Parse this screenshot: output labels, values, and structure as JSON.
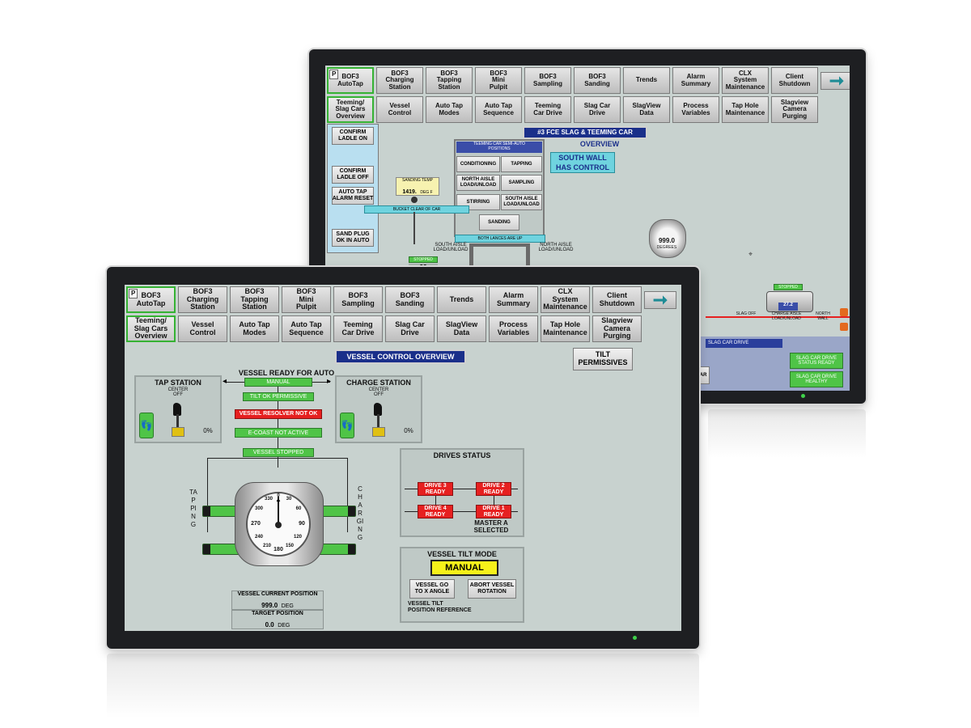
{
  "back": {
    "nav_row1": [
      {
        "label": "BOF3\nAutoTap",
        "active": true,
        "badge": "P"
      },
      {
        "label": "BOF3\nCharging\nStation"
      },
      {
        "label": "BOF3\nTapping\nStation"
      },
      {
        "label": "BOF3\nMini\nPulpit"
      },
      {
        "label": "BOF3\nSampling"
      },
      {
        "label": "BOF3\nSanding"
      },
      {
        "label": "Trends"
      },
      {
        "label": "Alarm\nSummary"
      },
      {
        "label": "CLX\nSystem\nMaintenance"
      },
      {
        "label": "Client\nShutdown"
      }
    ],
    "nav_row2": [
      {
        "label": "Teeming/\nSlag Cars\nOverview",
        "active": true
      },
      {
        "label": "Vessel\nControl"
      },
      {
        "label": "Auto Tap\nModes"
      },
      {
        "label": "Auto Tap\nSequence"
      },
      {
        "label": "Teeming\nCar Drive"
      },
      {
        "label": "Slag Car\nDrive"
      },
      {
        "label": "SlagView\nData"
      },
      {
        "label": "Process\nVariables"
      },
      {
        "label": "Tap Hole\nMaintenance"
      },
      {
        "label": "Slagview\nCamera\nPurging"
      }
    ],
    "title": "#3 FCE SLAG & TEEMING CAR",
    "subtitle": "OVERVIEW",
    "control_status": "SOUTH WALL\nHAS CONTROL",
    "side_buttons": [
      "CONFIRM\nLADLE ON",
      "CONFIRM\nLADLE OFF",
      "AUTO TAP\nALARM RESET",
      "SAND PLUG\nOK IN AUTO"
    ],
    "positions_header": "TEEMING CAR SEMI-AUTO\nPOSITIONS",
    "positions": [
      "CONDITIONING",
      "TAPPING",
      "NORTH AISLE\nLOAD/UNLOAD",
      "SAMPLING",
      "STIRRING",
      "SOUTH AISLE\nLOAD/UNLOAD",
      "SANDING"
    ],
    "sanding_temp_label": "SANDING TEMP",
    "sanding_temp_value": "1419.",
    "sanding_temp_unit": "DEG F",
    "bucket_clear": "BUCKET CLEAR OF CAR",
    "lances_up": "BOTH LANCES ARE UP",
    "south_aisle": "SOUTH AISLE\nLOAD/UNLOAD",
    "north_aisle": "NORTH AISLE\nLOAD/UNLOAD",
    "car_stopped": "STOPPED",
    "car_value": "23",
    "degrees_value": "999.0",
    "degrees_label": "DEGREES",
    "right_car_stopped": "STOPPED",
    "right_car_value": "27.2",
    "slag_off": "SLAG OFF",
    "charge_aisle": "CHARGE AISLE\nLOAD/UNLOAD",
    "north_wall": "NORTH\nWALL",
    "slag_car_drive": "SLAG CAR DRIVE",
    "slag_status_ready": "SLAG CAR DRIVE\nSTATUS READY",
    "slag_healthy": "SLAG CAR DRIVE\nHEALTHY",
    "car_btn": "CAR"
  },
  "front": {
    "nav_row1": [
      {
        "label": "BOF3\nAutoTap",
        "active": true,
        "badge": "P"
      },
      {
        "label": "BOF3\nCharging\nStation"
      },
      {
        "label": "BOF3\nTapping\nStation"
      },
      {
        "label": "BOF3\nMini\nPulpit"
      },
      {
        "label": "BOF3\nSampling"
      },
      {
        "label": "BOF3\nSanding"
      },
      {
        "label": "Trends"
      },
      {
        "label": "Alarm\nSummary"
      },
      {
        "label": "CLX\nSystem\nMaintenance"
      },
      {
        "label": "Client\nShutdown"
      }
    ],
    "nav_row2": [
      {
        "label": "Teeming/\nSlag Cars\nOverview",
        "active": true
      },
      {
        "label": "Vessel\nControl"
      },
      {
        "label": "Auto Tap\nModes"
      },
      {
        "label": "Auto Tap\nSequence"
      },
      {
        "label": "Teeming\nCar Drive"
      },
      {
        "label": "Slag Car\nDrive"
      },
      {
        "label": "SlagView\nData"
      },
      {
        "label": "Process\nVariables"
      },
      {
        "label": "Tap Hole\nMaintenance"
      },
      {
        "label": "Slagview\nCamera\nPurging"
      }
    ],
    "title": "VESSEL CONTROL OVERVIEW",
    "tilt_permissives": "TILT\nPERMISSIVES",
    "vessel_ready": "VESSEL READY FOR AUTO",
    "tap_station": "TAP STATION",
    "tap_center": "CENTER\nOFF",
    "tap_pct": "0%",
    "charge_station": "CHARGE STATION",
    "charge_center": "CENTER\nOFF",
    "charge_pct": "0%",
    "status_manual": "MANUAL",
    "status_tilt_ok": "TILT OK PERMISSIVE",
    "status_resolver": "VESSEL RESOLVER NOT OK",
    "status_ecoast": "E-COAST NOT ACTIVE",
    "status_stopped": "VESSEL STOPPED",
    "tapping_label": "TAPPING",
    "charging_label": "CHARGING",
    "dial_ticks": [
      "330",
      "0",
      "30",
      "300",
      "60",
      "270",
      "90",
      "240",
      "120",
      "210",
      "180",
      "150"
    ],
    "current_pos_label": "VESSEL CURRENT POSITION",
    "current_pos_value": "999.0",
    "current_pos_unit": "DEG",
    "target_pos_label": "TARGET POSITION",
    "target_pos_value": "0.0",
    "target_pos_unit": "DEG",
    "drives_title": "DRIVES STATUS",
    "drive3": "DRIVE 3\nREADY",
    "drive2": "DRIVE 2\nREADY",
    "drive4": "DRIVE 4\nREADY",
    "drive1": "DRIVE 1\nREADY",
    "master": "MASTER A\nSELECTED",
    "tilt_mode_title": "VESSEL TILT MODE",
    "tilt_mode_value": "MANUAL",
    "go_angle": "VESSEL GO\nTO X ANGLE",
    "abort_rotation": "ABORT VESSEL\nROTATION",
    "tilt_ref": "VESSEL TILT\nPOSITION REFERENCE"
  },
  "colors": {
    "bezel": "#1e1f22",
    "screen": "#c8d2cf",
    "green": "#4fc447",
    "red": "#e62020",
    "navy": "#1a2f8a",
    "cyan": "#6fd3df"
  }
}
